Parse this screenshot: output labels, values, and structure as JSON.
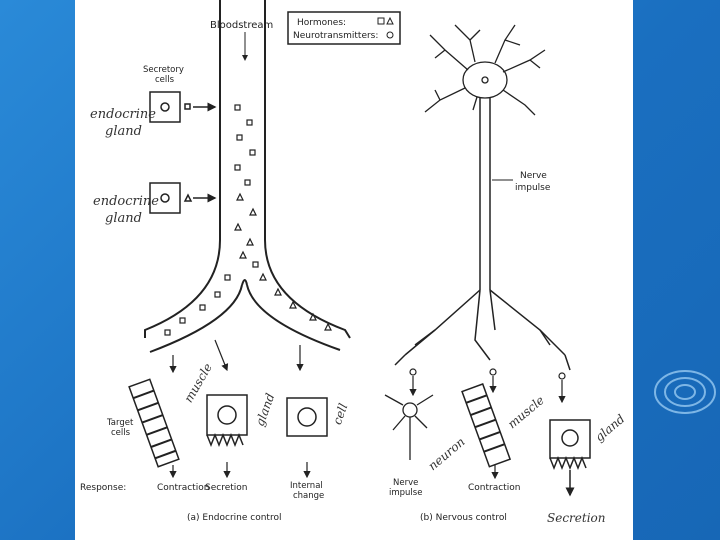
{
  "legend": {
    "hormones": "Hormones:",
    "neurotransmitters": "Neurotransmitters:"
  },
  "labels": {
    "bloodstream": "Bloodstream",
    "secretory_cells": [
      "Secretory",
      "cells"
    ],
    "target_cells": [
      "Target",
      "cells"
    ],
    "nerve_impulse_top": [
      "Nerve",
      "impulse"
    ],
    "nerve_impulse_bottom": [
      "Nerve",
      "impulse"
    ],
    "internal_change": [
      "Internal",
      "change"
    ]
  },
  "responses": {
    "label": "Response:",
    "contraction_a": "Contraction",
    "secretion_a": "Secretion",
    "contraction_b": "Contraction"
  },
  "captions": {
    "endocrine": "(a) Endocrine control",
    "nervous": "(b) Nervous control"
  },
  "handwritten": {
    "endocrine_gland_1": [
      "endocrine",
      "gland"
    ],
    "endocrine_gland_2": [
      "endocrine",
      "gland"
    ],
    "muscle_a": "muscle",
    "gland_a": "gland",
    "cell": "cell",
    "neuron": "neuron",
    "muscle_b": "muscle",
    "gland_b": "gland",
    "secretion_b": "Secretion"
  },
  "colors": {
    "background": "#1d79c8",
    "panel": "#ffffff",
    "ink": "#222222"
  }
}
